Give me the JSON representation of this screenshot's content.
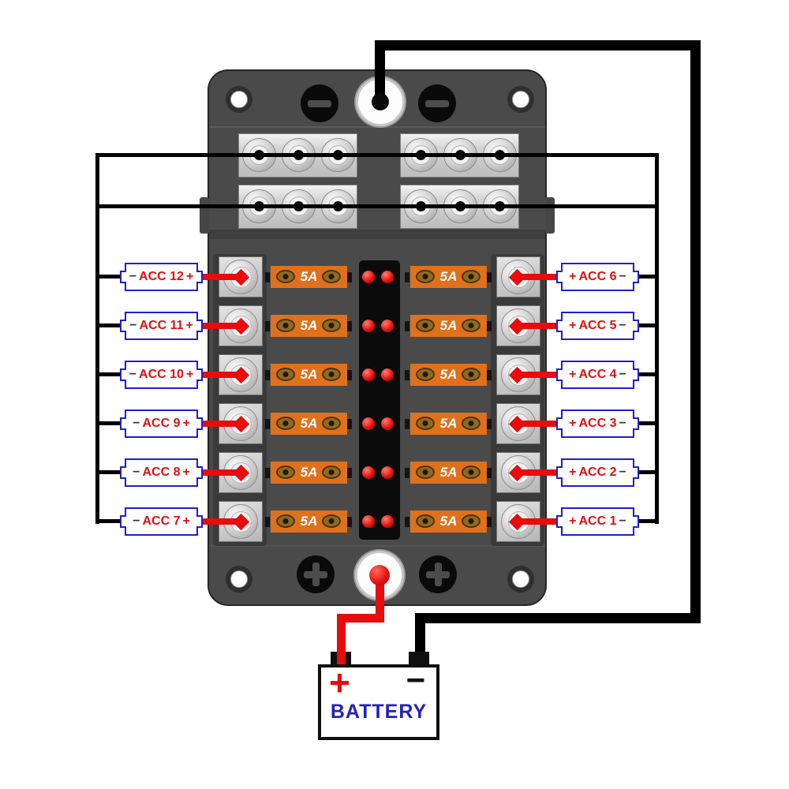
{
  "fuse_box": {
    "fuse_rating": "5A"
  },
  "left_circuits": [
    {
      "neg": "−",
      "label": "ACC 12",
      "pos": "+"
    },
    {
      "neg": "−",
      "label": "ACC 11",
      "pos": "+"
    },
    {
      "neg": "−",
      "label": "ACC 10",
      "pos": "+"
    },
    {
      "neg": "−",
      "label": "ACC 9",
      "pos": "+"
    },
    {
      "neg": "−",
      "label": "ACC 8",
      "pos": "+"
    },
    {
      "neg": "−",
      "label": "ACC 7",
      "pos": "+"
    }
  ],
  "right_circuits": [
    {
      "pos": "+",
      "label": "ACC 6",
      "neg": "−"
    },
    {
      "pos": "+",
      "label": "ACC 5",
      "neg": "−"
    },
    {
      "pos": "+",
      "label": "ACC 4",
      "neg": "−"
    },
    {
      "pos": "+",
      "label": "ACC 3",
      "neg": "−"
    },
    {
      "pos": "+",
      "label": "ACC 2",
      "neg": "−"
    },
    {
      "pos": "+",
      "label": "ACC 1",
      "neg": "−"
    }
  ],
  "battery": {
    "label": "BATTERY",
    "positive": "+",
    "negative": "−"
  },
  "colors": {
    "positive_wire": "#e80c0c",
    "negative_wire": "#000000",
    "fuse_body": "#df711d",
    "led": "#e31414",
    "label_border": "#1f1fd0",
    "label_text": "#dd1111",
    "battery_label": "#2222bb",
    "box_body": "#4a4a4a"
  }
}
